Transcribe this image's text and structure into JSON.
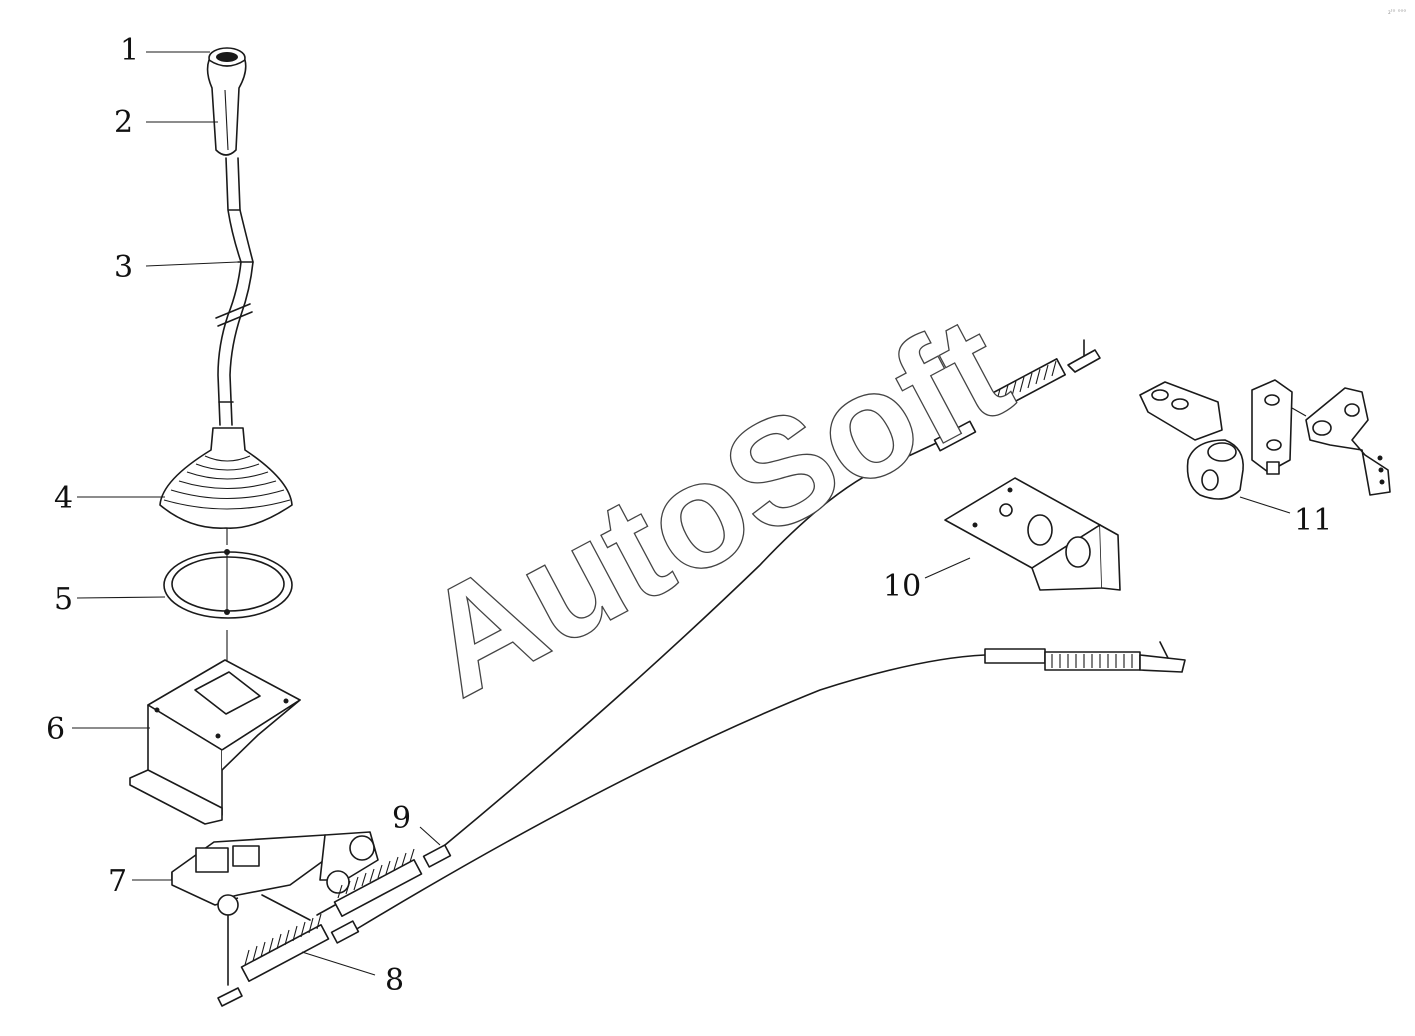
{
  "watermark": "AutoSoft",
  "corner_mark": "₂ᶦᵒ ᵒᵒᵒ",
  "callouts": [
    {
      "id": "1",
      "part": "knob-cap"
    },
    {
      "id": "2",
      "part": "gear-lever-handle"
    },
    {
      "id": "3",
      "part": "gear-lever-shaft"
    },
    {
      "id": "4",
      "part": "rubber-boot"
    },
    {
      "id": "5",
      "part": "retaining-ring"
    },
    {
      "id": "6",
      "part": "mounting-bracket"
    },
    {
      "id": "7",
      "part": "shift-mechanism-base"
    },
    {
      "id": "8",
      "part": "lower-control-cable"
    },
    {
      "id": "9",
      "part": "upper-control-cable"
    },
    {
      "id": "10",
      "part": "cable-support-bracket"
    },
    {
      "id": "11",
      "part": "linkage-levers"
    }
  ]
}
